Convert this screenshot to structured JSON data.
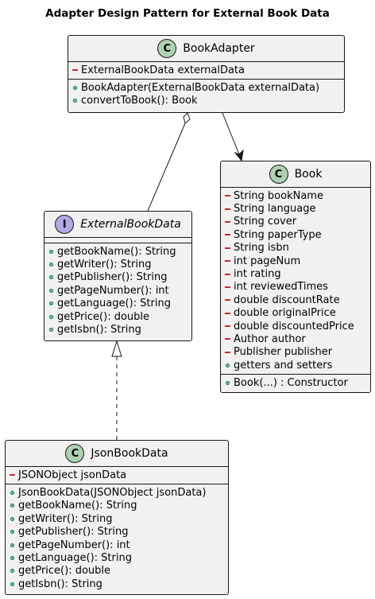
{
  "title": "Adapter Design Pattern for External Book Data",
  "classes": {
    "book_adapter": {
      "kind": "C",
      "name": "BookAdapter",
      "fields": [
        {
          "vis": "private",
          "text": "ExternalBookData externalData"
        }
      ],
      "methods": [
        {
          "vis": "public",
          "text": "BookAdapter(ExternalBookData externalData)"
        },
        {
          "vis": "public",
          "text": "convertToBook(): Book"
        }
      ]
    },
    "book": {
      "kind": "C",
      "name": "Book",
      "fields": [
        {
          "vis": "private",
          "text": "String bookName"
        },
        {
          "vis": "private",
          "text": "String language"
        },
        {
          "vis": "private",
          "text": "String cover"
        },
        {
          "vis": "private",
          "text": "String paperType"
        },
        {
          "vis": "private",
          "text": "String isbn"
        },
        {
          "vis": "private",
          "text": "int pageNum"
        },
        {
          "vis": "private",
          "text": "int rating"
        },
        {
          "vis": "private",
          "text": "int reviewedTimes"
        },
        {
          "vis": "private",
          "text": "double discountRate"
        },
        {
          "vis": "private",
          "text": "double originalPrice"
        },
        {
          "vis": "private",
          "text": "double discountedPrice"
        },
        {
          "vis": "private",
          "text": "Author author"
        },
        {
          "vis": "private",
          "text": "Publisher publisher"
        },
        {
          "vis": "public",
          "text": "getters and setters"
        }
      ],
      "methods": [
        {
          "vis": "public",
          "text": "Book(...) : Constructor"
        }
      ]
    },
    "external_book_data": {
      "kind": "I",
      "name": "ExternalBookData",
      "fields": [],
      "methods": [
        {
          "vis": "public",
          "text": "getBookName(): String"
        },
        {
          "vis": "public",
          "text": "getWriter(): String"
        },
        {
          "vis": "public",
          "text": "getPublisher(): String"
        },
        {
          "vis": "public",
          "text": "getPageNumber(): int"
        },
        {
          "vis": "public",
          "text": "getLanguage(): String"
        },
        {
          "vis": "public",
          "text": "getPrice(): double"
        },
        {
          "vis": "public",
          "text": "getIsbn(): String"
        }
      ]
    },
    "json_book_data": {
      "kind": "C",
      "name": "JsonBookData",
      "fields": [
        {
          "vis": "private",
          "text": "JSONObject jsonData"
        }
      ],
      "methods": [
        {
          "vis": "public",
          "text": "JsonBookData(JSONObject jsonData)"
        },
        {
          "vis": "public",
          "text": "getBookName(): String"
        },
        {
          "vis": "public",
          "text": "getWriter(): String"
        },
        {
          "vis": "public",
          "text": "getPublisher(): String"
        },
        {
          "vis": "public",
          "text": "getPageNumber(): int"
        },
        {
          "vis": "public",
          "text": "getLanguage(): String"
        },
        {
          "vis": "public",
          "text": "getPrice(): double"
        },
        {
          "vis": "public",
          "text": "getIsbn(): String"
        }
      ]
    }
  },
  "relations": [
    {
      "from": "book_adapter",
      "to": "external_book_data",
      "type": "aggregation"
    },
    {
      "from": "book_adapter",
      "to": "book",
      "type": "association"
    },
    {
      "from": "json_book_data",
      "to": "external_book_data",
      "type": "realization"
    }
  ],
  "colors": {
    "class_fill": "#f1f1f1",
    "border": "#181818",
    "class_badge": "#add1b2",
    "interface_badge": "#b4a7e5",
    "public_marker": "#84be84",
    "private_marker": "#c82930"
  }
}
